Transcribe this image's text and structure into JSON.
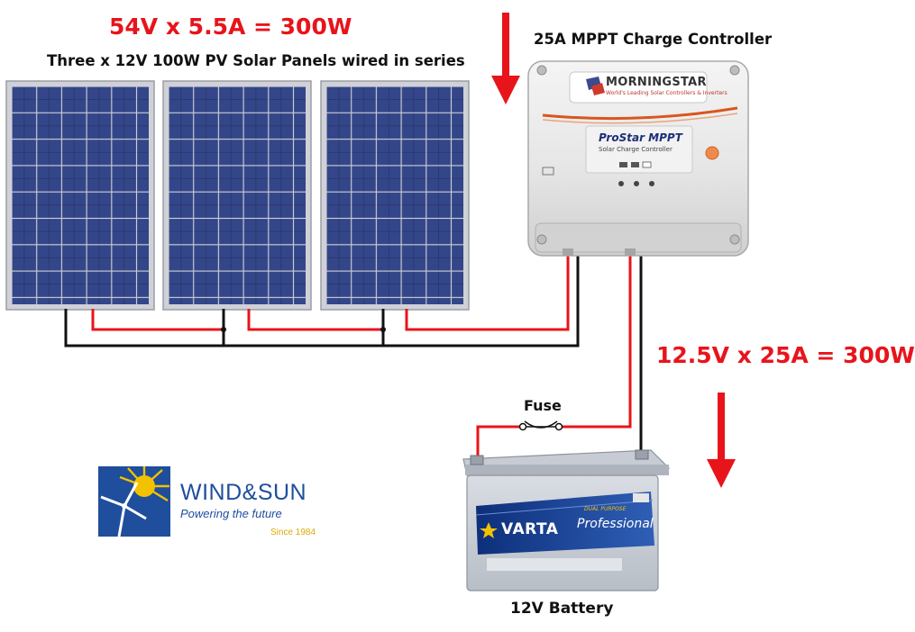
{
  "labels": {
    "panel_equation": "54V x 5.5A = 300W",
    "panel_caption": "Three x 12V 100W PV Solar Panels wired in series",
    "controller_caption": "25A MPPT Charge Controller",
    "output_equation": "12.5V x 25A = 300W",
    "fuse_label": "Fuse",
    "battery_caption": "12V Battery"
  },
  "controller": {
    "brand": "MORNINGSTAR",
    "tagline": "World's Leading Solar Controllers & Inverters",
    "model": "ProStar MPPT",
    "subtitle": "Solar Charge Controller"
  },
  "battery": {
    "brand": "VARTA",
    "series": "Professional",
    "subseries": "DUAL PURPOSE"
  },
  "logo": {
    "name": "WIND&SUN",
    "tagline": "Powering the future",
    "since": "Since 1984"
  },
  "colors": {
    "positive_wire": "#e8141b",
    "negative_wire": "#111111",
    "arrow": "#e8141b",
    "panel_cell": "#2b3a73",
    "logo_blue": "#1f4e9c",
    "logo_yellow": "#f2c200"
  }
}
